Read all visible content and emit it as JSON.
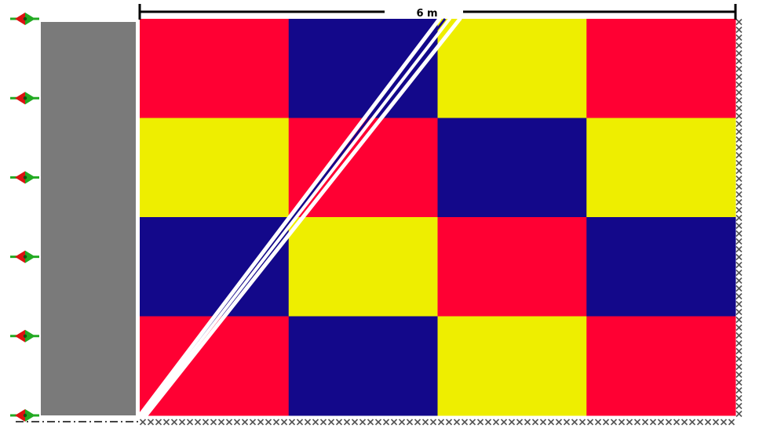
{
  "dimension": {
    "label": "6 m"
  },
  "colors": {
    "red": "#ff0033",
    "yellow": "#eeee00",
    "blue": "#13088a",
    "wall_gray": "#7a7a7a",
    "crack": "#ffffff",
    "crack_edge": "#13088a",
    "support_green": "#22aa22",
    "support_red": "#dd1111",
    "boundary_mark": "#555555",
    "dimension_line": "#000000"
  },
  "grid": {
    "rows": 4,
    "cols": 4,
    "pattern": [
      [
        "red",
        "blue",
        "yellow",
        "red"
      ],
      [
        "yellow",
        "red",
        "blue",
        "yellow"
      ],
      [
        "blue",
        "yellow",
        "red",
        "blue"
      ],
      [
        "red",
        "blue",
        "yellow",
        "red"
      ]
    ]
  },
  "supports": {
    "count": 6,
    "icon": "roller-support-icon"
  },
  "fixed_boundary": {
    "icon": "fixed-boundary-x-icon"
  }
}
